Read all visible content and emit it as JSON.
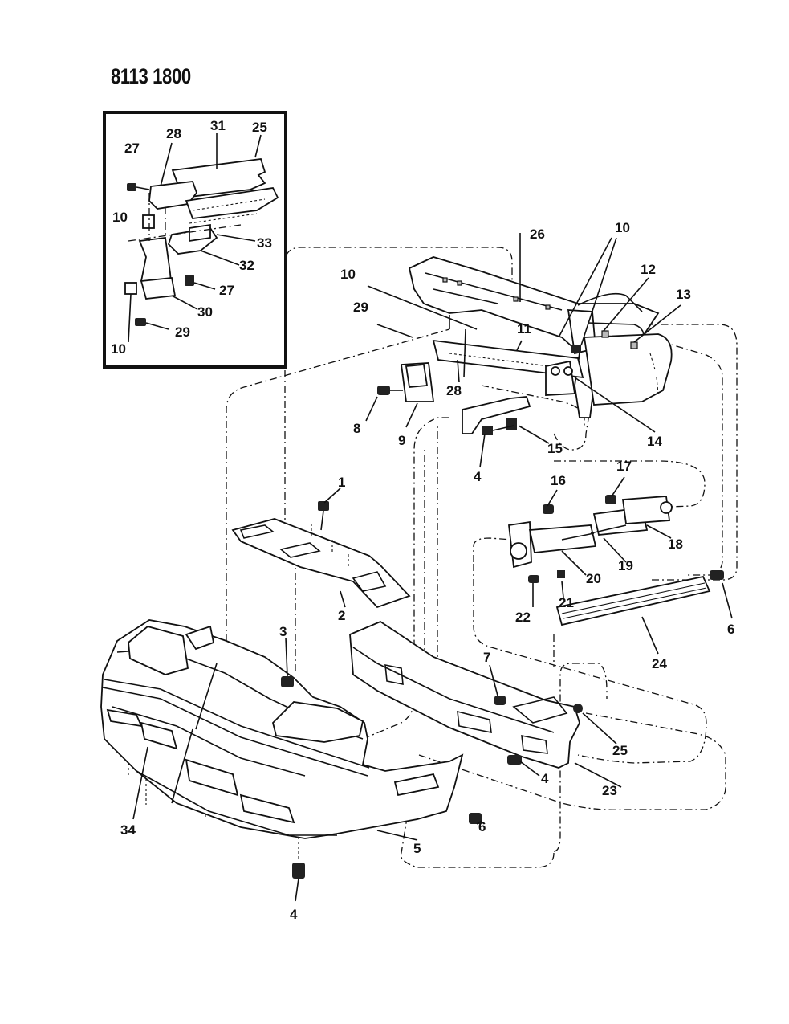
{
  "diagram": {
    "code": "8113 1800",
    "callouts": [
      {
        "id": "inset-27a",
        "label": "27"
      },
      {
        "id": "inset-28",
        "label": "28"
      },
      {
        "id": "inset-31",
        "label": "31"
      },
      {
        "id": "inset-25",
        "label": "25"
      },
      {
        "id": "inset-10a",
        "label": "10"
      },
      {
        "id": "inset-33",
        "label": "33"
      },
      {
        "id": "inset-32",
        "label": "32"
      },
      {
        "id": "inset-27b",
        "label": "27"
      },
      {
        "id": "inset-30",
        "label": "30"
      },
      {
        "id": "inset-29",
        "label": "29"
      },
      {
        "id": "inset-10b",
        "label": "10"
      },
      {
        "id": "c26",
        "label": "26"
      },
      {
        "id": "c10a",
        "label": "10"
      },
      {
        "id": "c10b",
        "label": "10"
      },
      {
        "id": "c12",
        "label": "12"
      },
      {
        "id": "c13",
        "label": "13"
      },
      {
        "id": "c29",
        "label": "29"
      },
      {
        "id": "c11",
        "label": "11"
      },
      {
        "id": "c28",
        "label": "28"
      },
      {
        "id": "c8",
        "label": "8"
      },
      {
        "id": "c9",
        "label": "9"
      },
      {
        "id": "c14",
        "label": "14"
      },
      {
        "id": "c15",
        "label": "15"
      },
      {
        "id": "c4a",
        "label": "4"
      },
      {
        "id": "c1",
        "label": "1"
      },
      {
        "id": "c16",
        "label": "16"
      },
      {
        "id": "c17",
        "label": "17"
      },
      {
        "id": "c18",
        "label": "18"
      },
      {
        "id": "c19",
        "label": "19"
      },
      {
        "id": "c20",
        "label": "20"
      },
      {
        "id": "c2",
        "label": "2"
      },
      {
        "id": "c21",
        "label": "21"
      },
      {
        "id": "c22",
        "label": "22"
      },
      {
        "id": "c6a",
        "label": "6"
      },
      {
        "id": "c24",
        "label": "24"
      },
      {
        "id": "c3",
        "label": "3"
      },
      {
        "id": "c7",
        "label": "7"
      },
      {
        "id": "c25",
        "label": "25"
      },
      {
        "id": "c4b",
        "label": "4"
      },
      {
        "id": "c23",
        "label": "23"
      },
      {
        "id": "c6b",
        "label": "6"
      },
      {
        "id": "c5",
        "label": "5"
      },
      {
        "id": "c34",
        "label": "34"
      },
      {
        "id": "c4c",
        "label": "4"
      }
    ]
  }
}
